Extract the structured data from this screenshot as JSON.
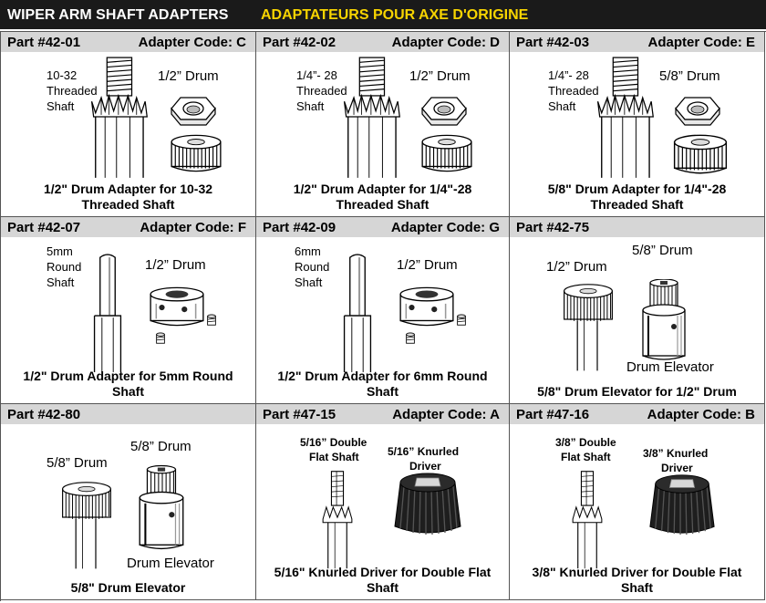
{
  "header": {
    "title_en": "WIPER ARM SHAFT ADAPTERS",
    "title_fr": "ADAPTATEURS POUR AXE D'ORIGINE"
  },
  "cells": [
    {
      "part": "Part #42-01",
      "code": "Adapter Code: C",
      "labels": [
        "10-32",
        "Threaded",
        "Shaft",
        "1/2” Drum"
      ],
      "caption_line1": "1/2\" Drum Adapter for 10-32",
      "caption_line2": "Threaded Shaft",
      "icons": [
        "threaded-shaft-icon",
        "hex-nut-icon",
        "knurled-drum-icon"
      ]
    },
    {
      "part": "Part #42-02",
      "code": "Adapter Code: D",
      "labels": [
        "1/4”- 28",
        "Threaded",
        "Shaft",
        "1/2” Drum"
      ],
      "caption_line1": "1/2\" Drum Adapter for 1/4\"-28",
      "caption_line2": "Threaded Shaft",
      "icons": [
        "threaded-shaft-icon",
        "hex-nut-icon",
        "knurled-drum-icon"
      ]
    },
    {
      "part": "Part #42-03",
      "code": "Adapter Code: E",
      "labels": [
        "1/4”- 28",
        "Threaded",
        "Shaft",
        "5/8” Drum"
      ],
      "caption_line1": "5/8\" Drum Adapter for 1/4\"-28",
      "caption_line2": "Threaded Shaft",
      "icons": [
        "threaded-shaft-icon",
        "hex-nut-icon",
        "knurled-drum-icon"
      ]
    },
    {
      "part": "Part #42-07",
      "code": "Adapter Code: F",
      "labels": [
        "5mm",
        "Round",
        "Shaft",
        "1/2” Drum"
      ],
      "caption_line1": "1/2\" Drum Adapter for 5mm Round",
      "caption_line2": "Shaft",
      "icons": [
        "round-shaft-icon",
        "collar-drum-icon",
        "set-screw-icon"
      ]
    },
    {
      "part": "Part #42-09",
      "code": "Adapter Code: G",
      "labels": [
        "6mm",
        "Round",
        "Shaft",
        "1/2” Drum"
      ],
      "caption_line1": "1/2\" Drum Adapter for 6mm Round",
      "caption_line2": "Shaft",
      "icons": [
        "round-shaft-icon",
        "collar-drum-icon",
        "set-screw-icon"
      ]
    },
    {
      "part": "Part #42-75",
      "code": "",
      "labels": [
        "1/2” Drum",
        "5/8” Drum",
        "Drum Elevator"
      ],
      "caption_line1": "5/8\" Drum Elevator for 1/2\" Drum",
      "caption_line2": "",
      "icons": [
        "knurled-drum-on-shaft-icon",
        "drum-elevator-icon"
      ]
    },
    {
      "part": "Part #42-80",
      "code": "",
      "labels": [
        "5/8” Drum",
        "5/8” Drum",
        "Drum Elevator"
      ],
      "caption_line1": "5/8\" Drum Elevator",
      "caption_line2": "",
      "icons": [
        "knurled-drum-on-shaft-icon",
        "drum-elevator-icon"
      ]
    },
    {
      "part": "Part #47-15",
      "code": "Adapter Code: A",
      "labels": [
        "5/16” Double",
        "Flat Shaft",
        "5/16” Knurled",
        "Driver"
      ],
      "caption_line1": "5/16\" Knurled Driver for Double Flat",
      "caption_line2": "Shaft",
      "icons": [
        "double-flat-shaft-icon",
        "knurled-driver-icon"
      ]
    },
    {
      "part": "Part #47-16",
      "code": "Adapter Code: B",
      "labels": [
        "3/8” Double",
        "Flat Shaft",
        "3/8” Knurled",
        "Driver"
      ],
      "caption_line1": "3/8\" Knurled Driver for Double Flat",
      "caption_line2": "Shaft",
      "icons": [
        "double-flat-shaft-icon",
        "knurled-driver-icon"
      ]
    }
  ],
  "colors": {
    "banner_bg": "#1a1a1a",
    "title_en": "#ffffff",
    "title_fr": "#f7d400",
    "cell_header_bg": "#d6d6d6"
  }
}
